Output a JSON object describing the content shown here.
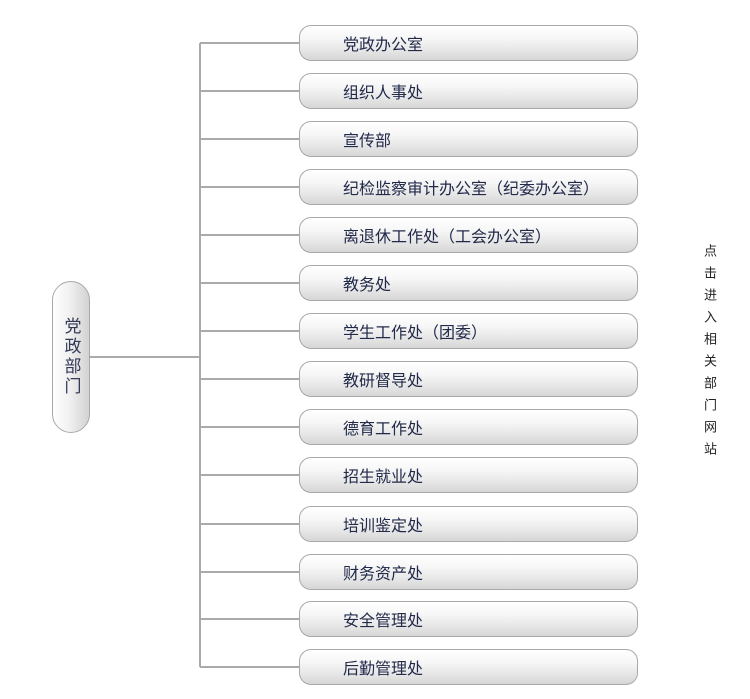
{
  "diagram": {
    "root": {
      "label": "党政部门"
    },
    "departments": [
      {
        "label": "党政办公室"
      },
      {
        "label": "组织人事处"
      },
      {
        "label": "宣传部"
      },
      {
        "label": "纪检监察审计办公室（纪委办公室）"
      },
      {
        "label": "离退休工作处（工会办公室）"
      },
      {
        "label": "教务处"
      },
      {
        "label": "学生工作处（团委）"
      },
      {
        "label": "教研督导处"
      },
      {
        "label": "德育工作处"
      },
      {
        "label": "招生就业处"
      },
      {
        "label": "培训鉴定处"
      },
      {
        "label": "财务资产处"
      },
      {
        "label": "安全管理处"
      },
      {
        "label": "后勤管理处"
      }
    ],
    "hint": "点击进入相关部门网站",
    "colors": {
      "connector": "#aaaaaa",
      "node_border": "#a9a9a9",
      "text": "#222a4a"
    }
  }
}
